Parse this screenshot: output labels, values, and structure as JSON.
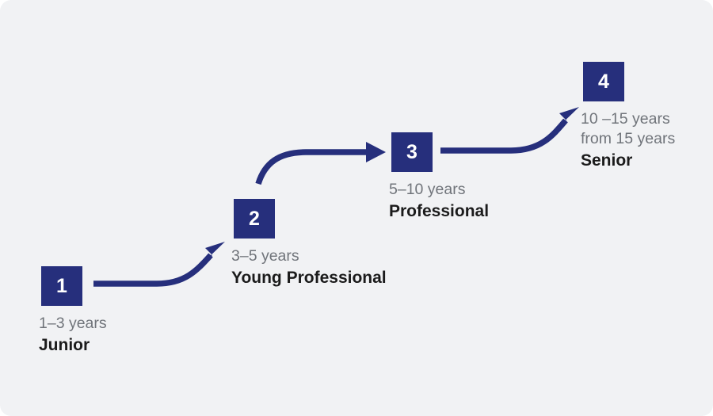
{
  "diagram": {
    "title_visible": false,
    "background_color": "#f1f2f4",
    "accent_color": "#262f7c",
    "years_text_color": "#70747a",
    "title_text_color": "#1b1b1b",
    "steps": [
      {
        "number": "1",
        "years": "1–3 years",
        "label": "Junior"
      },
      {
        "number": "2",
        "years": "3–5 years",
        "label": "Young Professional"
      },
      {
        "number": "3",
        "years": "5–10 years",
        "label": "Professional"
      },
      {
        "number": "4",
        "years": "10 –15 years\nfrom 15 years",
        "label": "Senior"
      }
    ],
    "connectors": [
      {
        "name": "arrow-step1-to-step2",
        "from": "1",
        "to": "2"
      },
      {
        "name": "arrow-step2-to-step3",
        "from": "2",
        "to": "3"
      },
      {
        "name": "arrow-step3-to-step4",
        "from": "3",
        "to": "4"
      }
    ]
  }
}
